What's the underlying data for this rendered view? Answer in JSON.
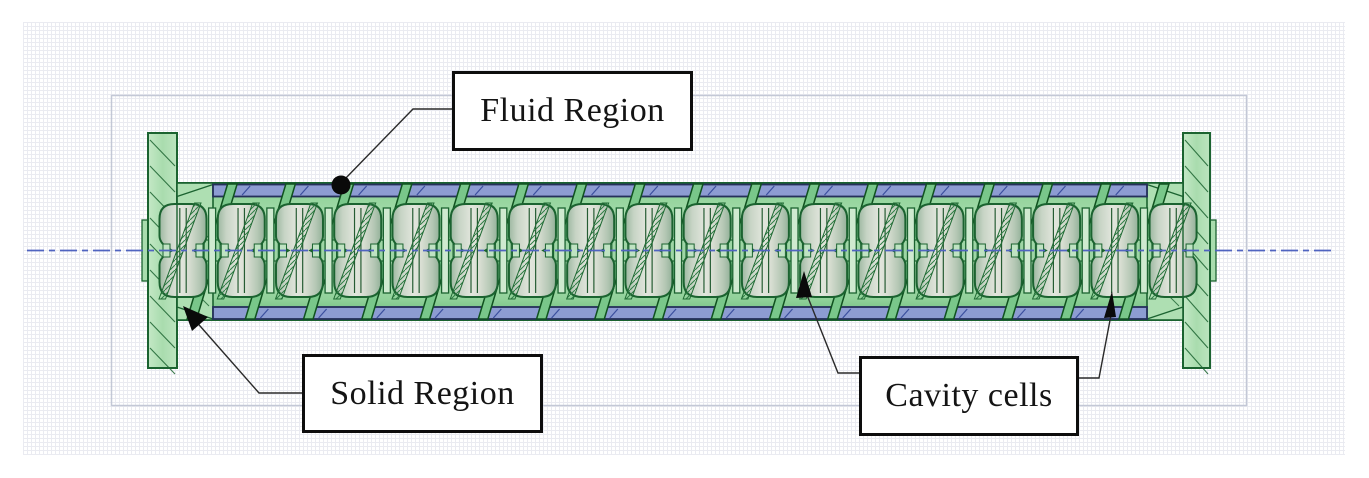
{
  "callouts": {
    "fluid": {
      "label": "Fluid Region"
    },
    "solid": {
      "label": "Solid Region"
    },
    "cavity": {
      "label": "Cavity cells"
    }
  },
  "diagram": {
    "type": "cad-cross-section",
    "description": "Axial cross-section of a multi-cell accelerating cavity with end flanges, helical cooling channel and outer fluid jacket",
    "cavity_cell_count": 18,
    "fluid_channel_segment_count": 16,
    "colors": {
      "solid_region_green": "#94d29c",
      "solid_outline_green": "#1b6330",
      "flange_green": "#b4e1b6",
      "fluid_region_blue": "#8d9cd2",
      "fluid_outline_navy": "#25305a",
      "fluid_hatch_blue": "#3b4f9e",
      "cell_fill_light": "#e2e6dd",
      "helix_green": "#79c78a",
      "centerline_blue": "#5064c0",
      "bounding_box_gray": "#c3c8d6",
      "grid_line": "#eaebf1",
      "leader_line": "#2a2a2a",
      "marker_black": "#0a0a0a",
      "callout_border": "#0d0d0d"
    }
  }
}
